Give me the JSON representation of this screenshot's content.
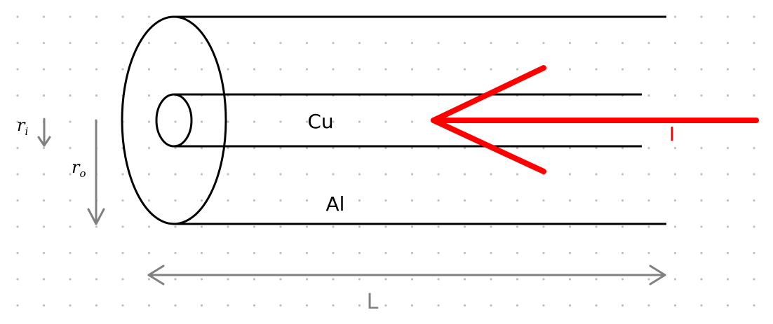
{
  "labels": {
    "inner_material": "Cu",
    "outer_material": "Al",
    "current": "I",
    "length": "L",
    "inner_radius_symbol": "r",
    "inner_radius_sub": "i",
    "outer_radius_symbol": "r",
    "outer_radius_sub": "o"
  },
  "colors": {
    "outline": "#000000",
    "current": "#ff0000",
    "dimension": "#808080",
    "grid_dot": "#c0c0c0"
  },
  "icons": {
    "current_arrow": "arrow-left-icon",
    "length_arrow": "double-arrow-icon",
    "radius_arrow": "arrow-down-icon"
  }
}
